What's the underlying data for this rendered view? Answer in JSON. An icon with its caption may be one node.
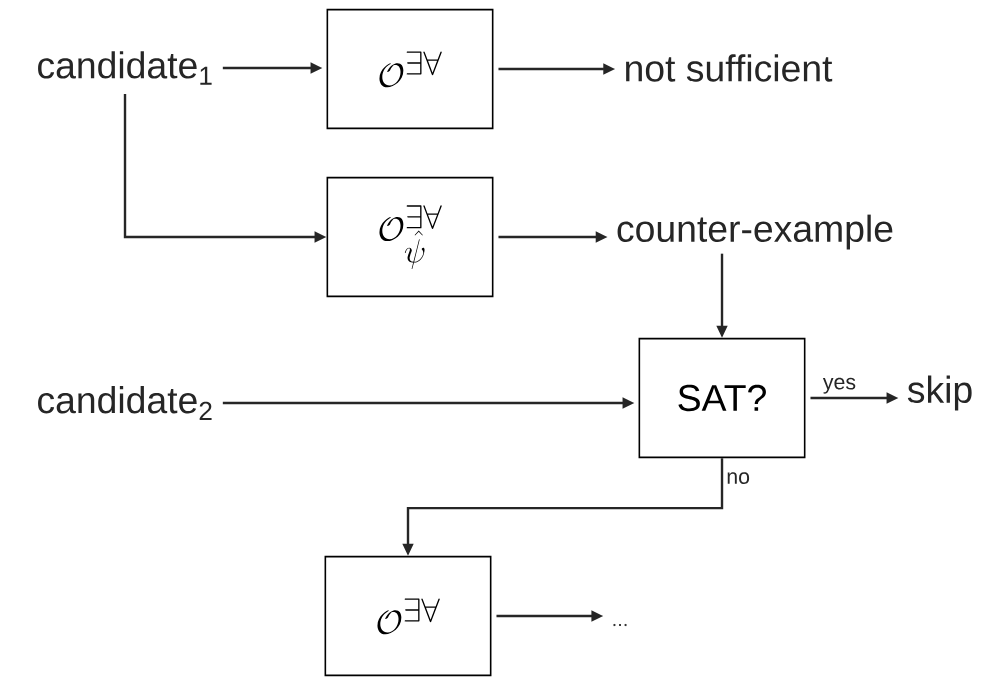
{
  "diagram": {
    "nodes": [
      {
        "text": [
          "candidate$_{1}$"
        ]
      },
      {
        "text": [
          "\\mathcal{O}^{\\exists\\forall}"
        ]
      },
      {
        "text": [
          "not sufficient"
        ]
      },
      {
        "text": [
          "\\mathcal{O}^{\\exists\\forall}_{\\hat{\\psi}}"
        ]
      },
      {
        "text": [
          "counter-example"
        ]
      },
      {
        "text": [
          "candidate$_{2}$"
        ]
      },
      {
        "text": [
          "SAT?"
        ]
      },
      {
        "text": [
          "skip"
        ]
      },
      {
        "text": [
          "\\mathcal{O}^{\\exists\\forall}"
        ]
      },
      {
        "text": [
          "..."
        ]
      }
    ],
    "edges": [
      {
        "from": 0,
        "to": 1,
        "arrow": "to"
      },
      {
        "from": 1,
        "to": 2,
        "arrow": "to"
      },
      {
        "from": 0,
        "to": 3,
        "arrow": "to"
      },
      {
        "from": 3,
        "to": 4,
        "arrow": "to"
      },
      {
        "from": 4,
        "to": 6,
        "arrow": "to"
      },
      {
        "from": 5,
        "to": 6,
        "arrow": "to"
      },
      {
        "from": 6,
        "to": 7,
        "arrow": "to",
        "label": "yes"
      },
      {
        "from": 6,
        "to": 8,
        "arrow": "to",
        "label": "no"
      },
      {
        "from": 8,
        "to": 9,
        "arrow": "to"
      }
    ]
  }
}
